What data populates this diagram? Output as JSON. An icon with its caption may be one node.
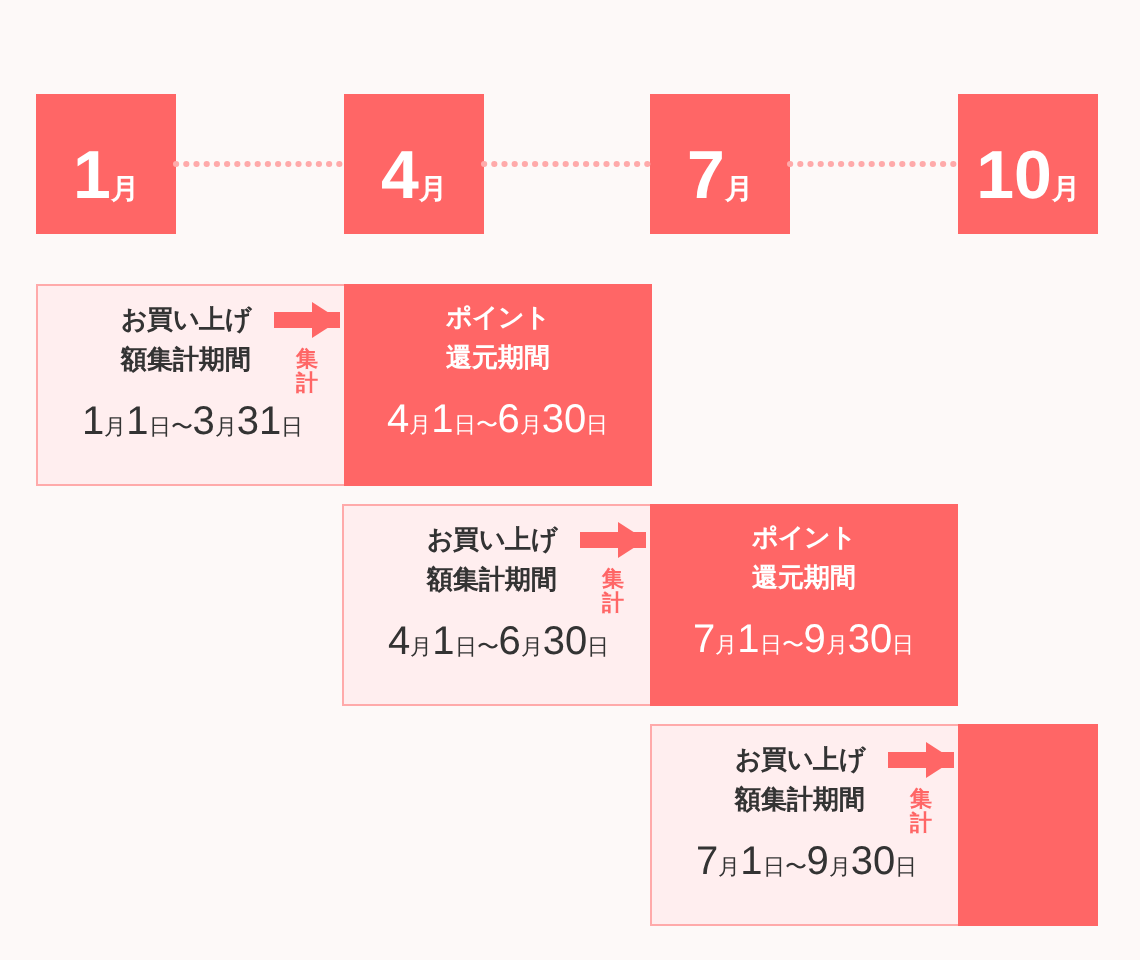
{
  "diagram": {
    "nodes": [
      {
        "text": [
          "1月"
        ]
      },
      {
        "text": [
          "4月"
        ]
      },
      {
        "text": [
          "7月"
        ]
      },
      {
        "text": [
          "10月"
        ]
      },
      {
        "text": [
          "お買い上げ額集計期間",
          "1月1日〜3月31日"
        ]
      },
      {
        "text": [
          "ポイント還元期間",
          "4月1日〜6月30日"
        ]
      },
      {
        "text": [
          "お買い上げ額集計期間",
          "4月1日〜6月30日"
        ]
      },
      {
        "text": [
          "ポイント還元期間",
          "7月1日〜9月30日"
        ]
      },
      {
        "text": [
          "お買い上げ額集計期間",
          "7月1日〜9月30日"
        ]
      },
      {
        "text": [],
        "shape": "box"
      }
    ],
    "edges": [
      {
        "from": 0,
        "to": 1,
        "arrow": "none",
        "style": "dashed",
        "color": "#ffaaaa"
      },
      {
        "from": 1,
        "to": 2,
        "arrow": "none",
        "style": "dashed",
        "color": "#ffaaaa"
      },
      {
        "from": 2,
        "to": 3,
        "arrow": "none",
        "style": "dashed",
        "color": "#ffaaaa"
      },
      {
        "from": 4,
        "to": 5,
        "arrow": "to",
        "label": "集計",
        "style": "thick"
      },
      {
        "from": 6,
        "to": 7,
        "arrow": "to",
        "label": "集計",
        "style": "thick"
      },
      {
        "from": 8,
        "to": 9,
        "arrow": "to",
        "label": "集計",
        "style": "thick"
      }
    ]
  }
}
